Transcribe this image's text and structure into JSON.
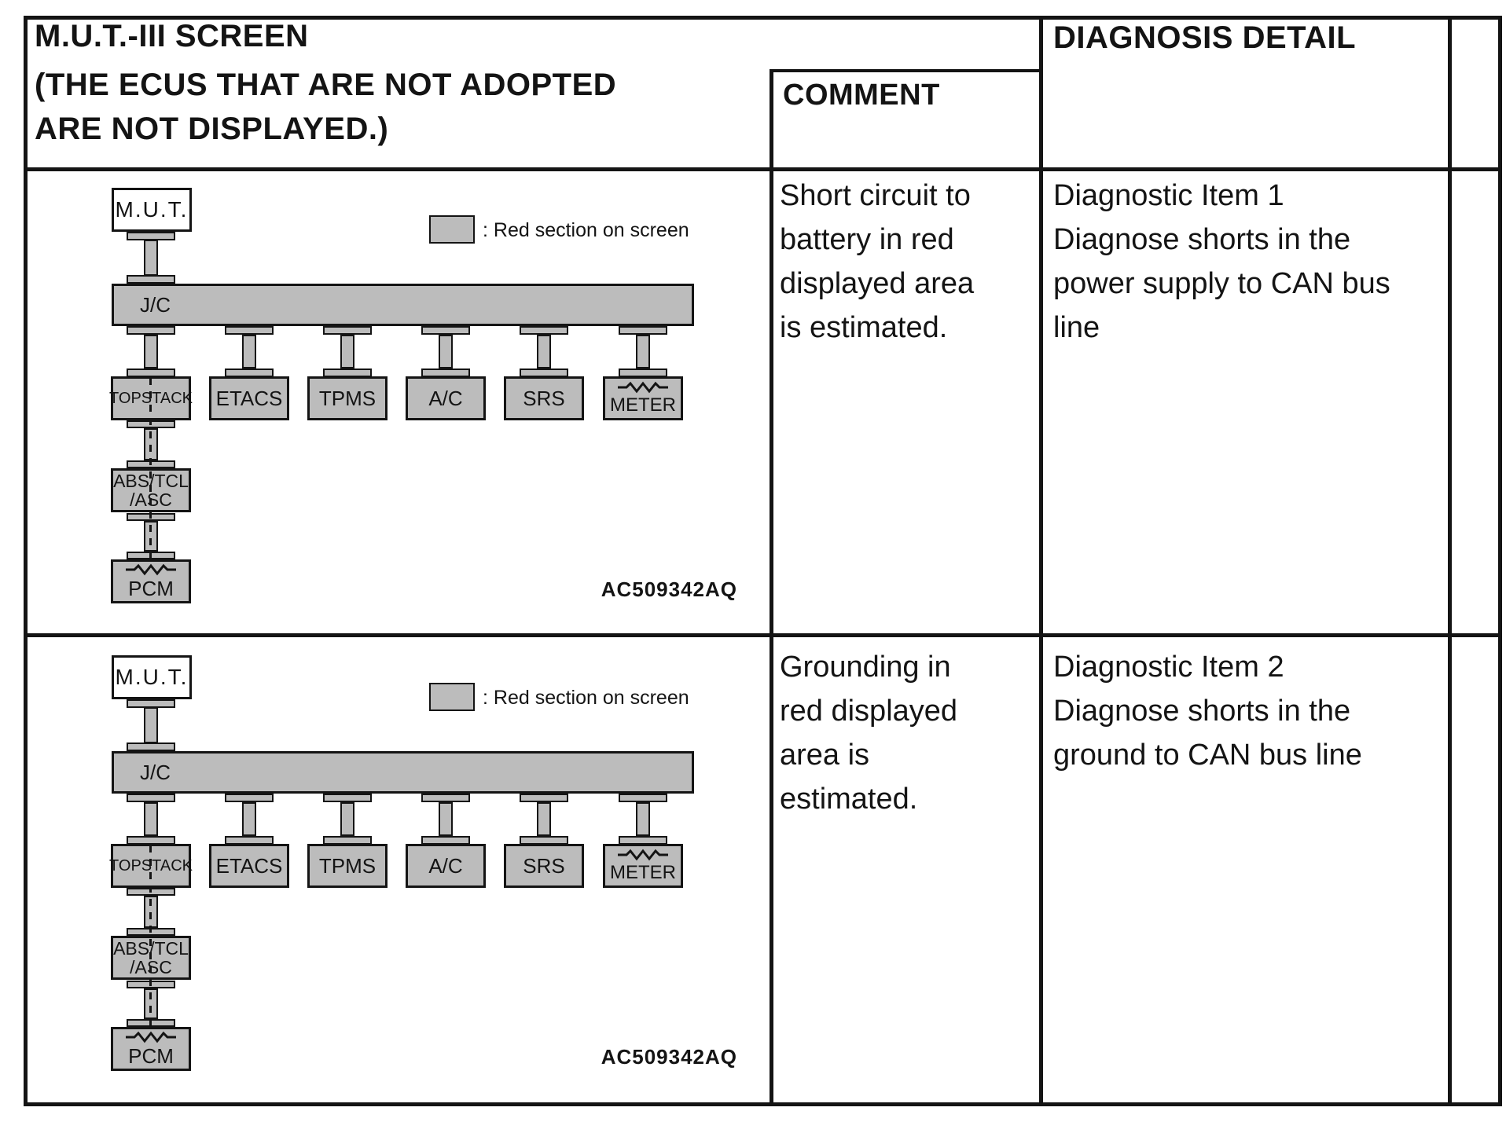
{
  "header": {
    "mut_screen_title": "M.U.T.-III SCREEN",
    "mut_screen_note_line1": "(THE ECUS THAT ARE NOT ADOPTED",
    "mut_screen_note_line2": "ARE NOT DISPLAYED.)",
    "comment_label": "COMMENT",
    "diagnosis_label": "DIAGNOSIS DETAIL"
  },
  "legend": {
    "text": ": Red section on screen"
  },
  "figure_code": "AC509342AQ",
  "diagram": {
    "mut_label": "M.U.T.",
    "junction_label": "J/C",
    "ecus": [
      {
        "label": "TOPSTACK",
        "resistor": false
      },
      {
        "label": "ETACS",
        "resistor": false
      },
      {
        "label": "TPMS",
        "resistor": false
      },
      {
        "label": "A/C",
        "resistor": false
      },
      {
        "label": "SRS",
        "resistor": false
      },
      {
        "label": "METER",
        "resistor": true
      }
    ],
    "chain": [
      {
        "label": "ABS/TCL\n/ASC",
        "resistor": false
      },
      {
        "label": "PCM",
        "resistor": true
      }
    ]
  },
  "rows": [
    {
      "comment": "Short circuit to\nbattery in red\ndisplayed area\nis estimated.",
      "diagnosis": "Diagnostic Item 1\nDiagnose shorts in the\npower supply to CAN bus\nline"
    },
    {
      "comment": "Grounding in\nred displayed\narea is\nestimated.",
      "diagnosis": "Diagnostic Item 2\nDiagnose shorts in the\nground to CAN bus line"
    }
  ],
  "colors": {
    "fill_gray": "#bcbcbc",
    "line_black": "#141414"
  }
}
